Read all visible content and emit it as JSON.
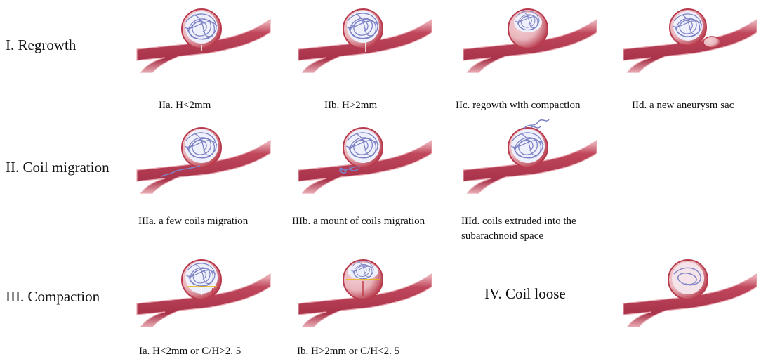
{
  "row_labels": {
    "regrowth": "I. Regrowth",
    "migration": "II. Coil migration",
    "compaction": "III. Compaction",
    "loose": "IV. Coil loose"
  },
  "captions": {
    "iia": "IIa. H<2mm",
    "iib": "IIb. H>2mm",
    "iic": "IIc. regowth with compaction",
    "iid": "IId. a new aneurysm sac",
    "iiia": "IIIa. a few coils migration",
    "iiib": "IIIb. a mount of coils migration",
    "iiid_line1": "IIId. coils extruded into the",
    "iiid_line2": "subarachnoid space",
    "ia": "Ia. H<2mm or C/H>2. 5",
    "ib": "Ib. H>2mm or C/H<2. 5"
  },
  "colors": {
    "vessel": "#b23a4f",
    "vessel_light": "#e6a3ac",
    "sac": "#c84a57",
    "coil": "#7d82c4",
    "arrow_white": "#ffffff",
    "arrow_yellow": "#e8b400"
  }
}
